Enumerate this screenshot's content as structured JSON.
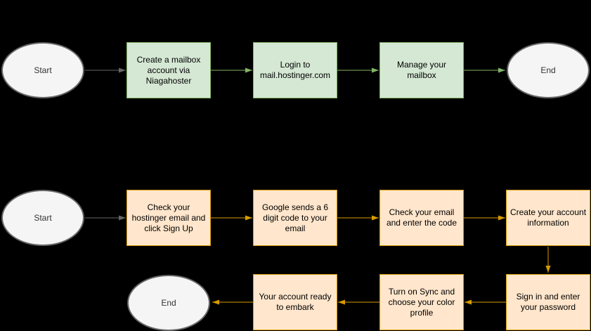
{
  "diagram": {
    "background_color": "#000000",
    "terminal_fill": "#f5f5f5",
    "terminal_stroke": "#666666",
    "start_arrow_color": "#666666",
    "flow1": {
      "name": "mailbox-setup-flow",
      "start_label": "Start",
      "end_label": "End",
      "node_fill": "#d5e8d4",
      "node_stroke": "#82b366",
      "arrow_color": "#82b366",
      "steps": [
        "Create a mailbox account via Niagahoster",
        "Login to mail.hostinger.com",
        "Manage your mailbox"
      ]
    },
    "flow2": {
      "name": "account-signup-flow",
      "start_label": "Start",
      "end_label": "End",
      "node_fill": "#ffe6cc",
      "node_stroke": "#d79b00",
      "arrow_color": "#d79b00",
      "steps_row1": [
        "Check your hostinger email and click Sign Up",
        "Google sends a 6 digit code to your email",
        "Check your email and enter the code",
        "Create your account information"
      ],
      "steps_row2": [
        "Sign in and enter your password",
        "Turn on Sync and choose your color profile",
        "Your account ready to embark"
      ]
    }
  }
}
